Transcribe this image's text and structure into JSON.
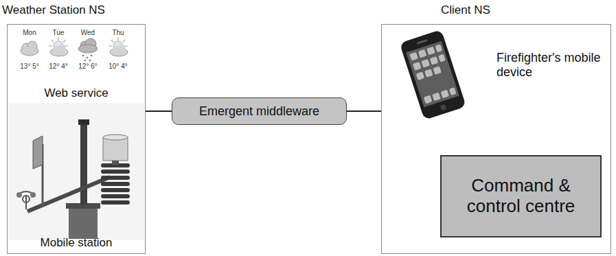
{
  "diagram": {
    "nodes": [
      {
        "text": [
          "Weather Station NS",
          "Web service",
          "Mobile station"
        ]
      },
      {
        "text": [
          "Emergent middleware"
        ]
      },
      {
        "text": [
          "Client NS",
          "Firefighter's mobile device"
        ]
      },
      {
        "text": [
          "Command & control centre"
        ],
        "in": 2
      }
    ],
    "edges": [
      {
        "from": 0,
        "to": 1,
        "arrow": "none"
      },
      {
        "from": 1,
        "to": 2,
        "arrow": "none"
      }
    ],
    "labels": [
      "Mon",
      "Tue",
      "Wed",
      "Thu",
      "13° 5°",
      "12° 4°",
      "12° 6°",
      "10° 4°"
    ]
  }
}
